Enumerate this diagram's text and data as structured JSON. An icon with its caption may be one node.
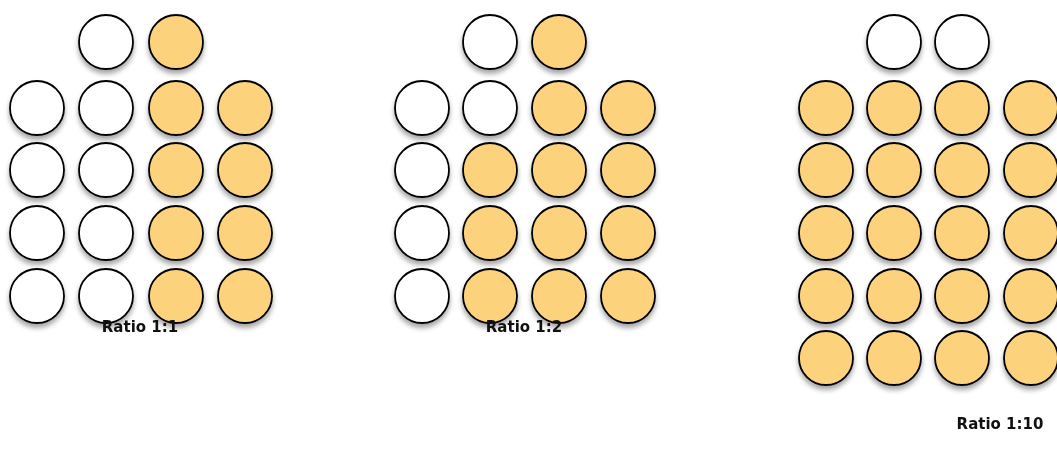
{
  "diagram": {
    "labels": [
      "Ratio 1:1",
      "Ratio 1:2",
      "Ratio 1:10"
    ]
  }
}
